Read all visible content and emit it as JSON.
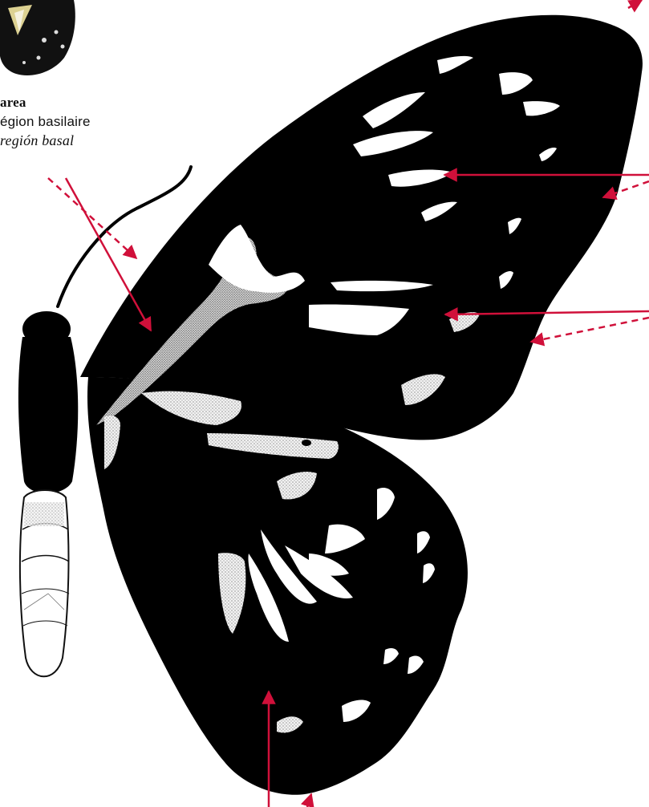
{
  "labels": {
    "basal_area_en": "area",
    "basal_area_fr": "égion basilaire",
    "basal_area_es": "región basal"
  },
  "colors": {
    "wing": "#000000",
    "pointer": "#d0103a",
    "stipple": "#e8e8e8",
    "background": "#ffffff"
  }
}
